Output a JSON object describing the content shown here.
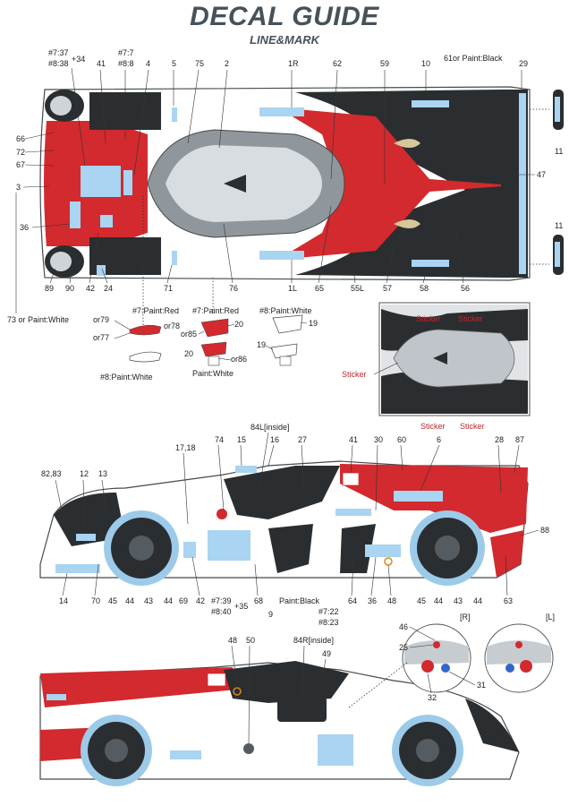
{
  "header": {
    "title": "DECAL GUIDE",
    "subtitle": "LINE&MARK"
  },
  "colors": {
    "red": "#d22a2e",
    "black": "#2b2e30",
    "silver": "#b8bec3",
    "decal": "#a9d4f2",
    "outline": "#444a4e"
  },
  "top_view_labels": {
    "l_7_37": "#7:37",
    "l_8_38": "#8:38",
    "l_34": "+34",
    "l_41": "41",
    "l_7_7": "#7:7",
    "l_8_8": "#8:8",
    "l_4": "4",
    "l_5": "5",
    "l_75": "75",
    "l_2": "2",
    "l_1R": "1R",
    "l_62": "62",
    "l_59": "59",
    "l_10": "10",
    "l_61": "61or Paint:Black",
    "l_29": "29",
    "l_66": "66",
    "l_72": "72",
    "l_67": "67",
    "l_3": "3",
    "l_36": "36",
    "l_89": "89",
    "l_90": "90",
    "l_42": "42",
    "l_24": "24",
    "l_71": "71",
    "l_76": "76",
    "l_1L": "1L",
    "l_65": "65",
    "l_55L": "55L",
    "l_57": "57",
    "l_58": "58",
    "l_56": "56",
    "l_47": "47",
    "l_11a": "11",
    "l_11b": "11",
    "l_73": "73 or Paint:White"
  },
  "detail_labels": {
    "p7_red_a": "#7:Paint:Red",
    "or79": "or79",
    "or78": "or78",
    "or77": "or77",
    "p8_white_a": "#8:Paint:White",
    "p7_red_b": "#7:Paint:Red",
    "l_20a": "20",
    "or85": "or85",
    "l_20b": "20",
    "or86": "or86",
    "paint_white": "Paint:White",
    "p8_white_b": "#8:Paint:White",
    "l_19a": "19",
    "l_19b": "19"
  },
  "sticker_labels": {
    "s1": "Sticker",
    "s2": "Sticker",
    "s3": "Sticker",
    "s4": "Sticker",
    "s5": "Sticker"
  },
  "side_view_labels": {
    "l_84L": "84L[inside]",
    "l_17_18": "17,18",
    "l_74": "74",
    "l_15": "15",
    "l_16": "16",
    "l_27": "27",
    "l_41": "41",
    "l_30": "30",
    "l_60": "60",
    "l_6": "6",
    "l_28": "28",
    "l_87": "87",
    "l_82_83": "82,83",
    "l_12": "12",
    "l_13": "13",
    "l_88": "88",
    "l_14": "14",
    "l_70": "70",
    "l_45a": "45",
    "l_44a": "44",
    "l_43a": "43",
    "l_44b": "44",
    "l_69": "69",
    "l_42": "42",
    "l_7_39": "#7:39",
    "l_35": "+35",
    "l_8_40": "#8:40",
    "l_68": "68",
    "l_9": "9",
    "l_paint_black": "Paint:Black",
    "l_7_22": "#7:22",
    "l_8_23": "#8:23",
    "l_64": "64",
    "l_36": "36",
    "l_48": "48",
    "l_45b": "45",
    "l_44c": "44",
    "l_43b": "43",
    "l_44d": "44",
    "l_63": "63"
  },
  "side_view2_labels": {
    "l_48": "48",
    "l_50": "50",
    "l_84R": "84R[inside]",
    "l_49": "49",
    "l_R": "[R]",
    "l_L": "[L]",
    "l_46": "46",
    "l_25": "25",
    "l_32": "32",
    "l_31": "31"
  }
}
